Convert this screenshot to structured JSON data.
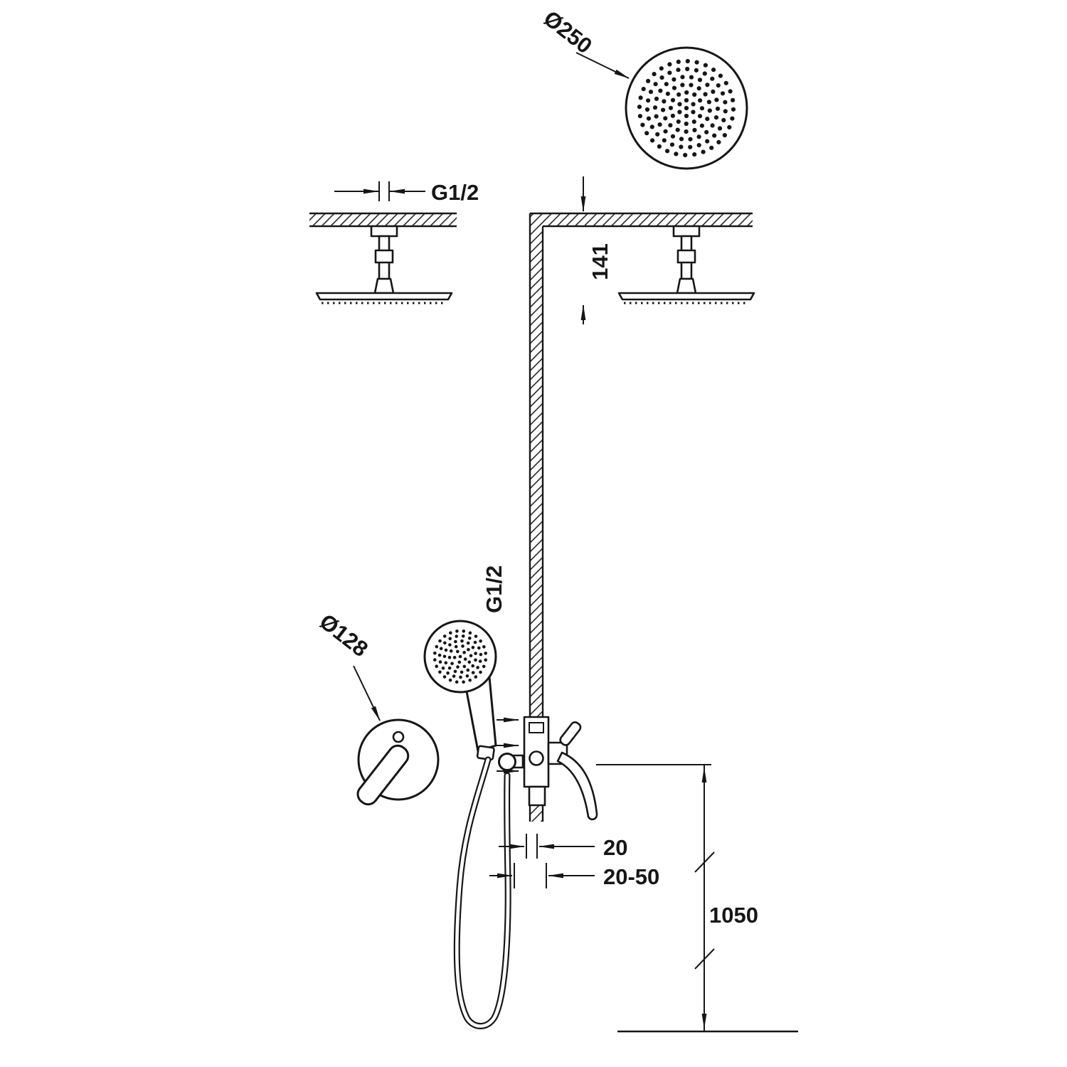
{
  "diagram": {
    "labels": {
      "rain_head_diameter": "Ø250",
      "ceiling_thread": "G1/2",
      "head_drop_mm": "141",
      "wall_thread": "G1/2",
      "hand_shower_diameter": "Ø128",
      "wall_plate_depth": "20",
      "recess_depth_range": "20-50",
      "valve_height_mm": "1050"
    },
    "colors": {
      "ink": "#161616",
      "background": "#ffffff"
    }
  }
}
